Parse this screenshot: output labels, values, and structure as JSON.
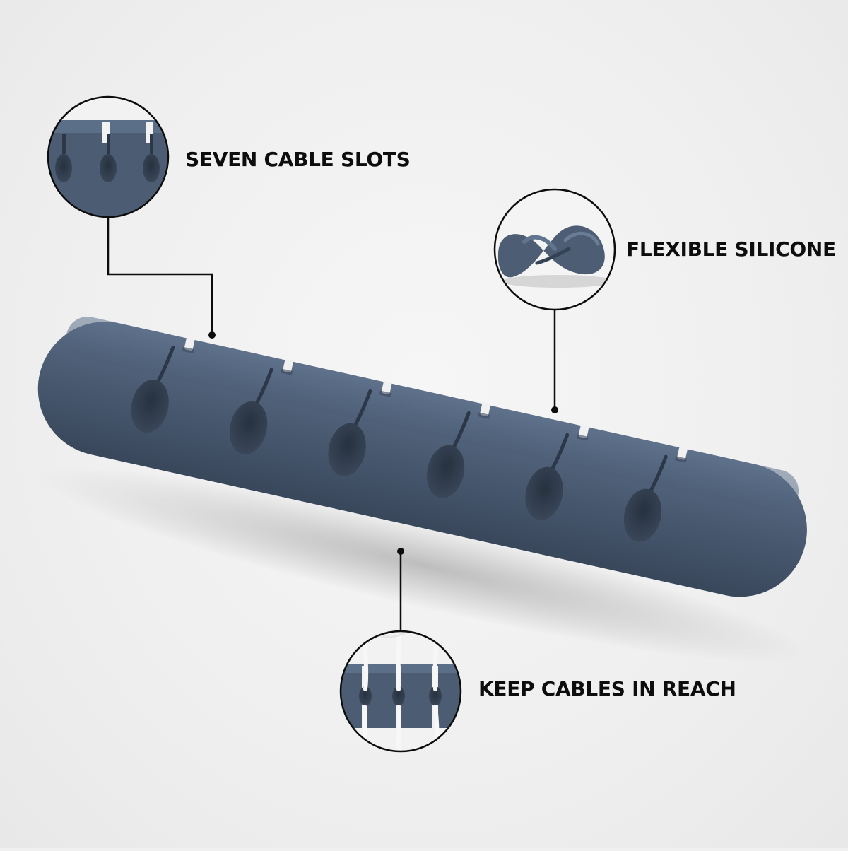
{
  "features": {
    "slots_label": "SEVEN CABLE SLOTS",
    "silicone_label": "FLEXIBLE SILICONE",
    "reach_label": "KEEP CABLES IN REACH"
  },
  "product": {
    "slot_count": 7
  },
  "colors": {
    "background": "#f0f0f0",
    "product_body": "#4a5b72",
    "product_dark": "#2e3b4e",
    "callout_line": "#0d0d0d",
    "label_text": "#0d0d0d",
    "cable": "#f4f4f4"
  }
}
